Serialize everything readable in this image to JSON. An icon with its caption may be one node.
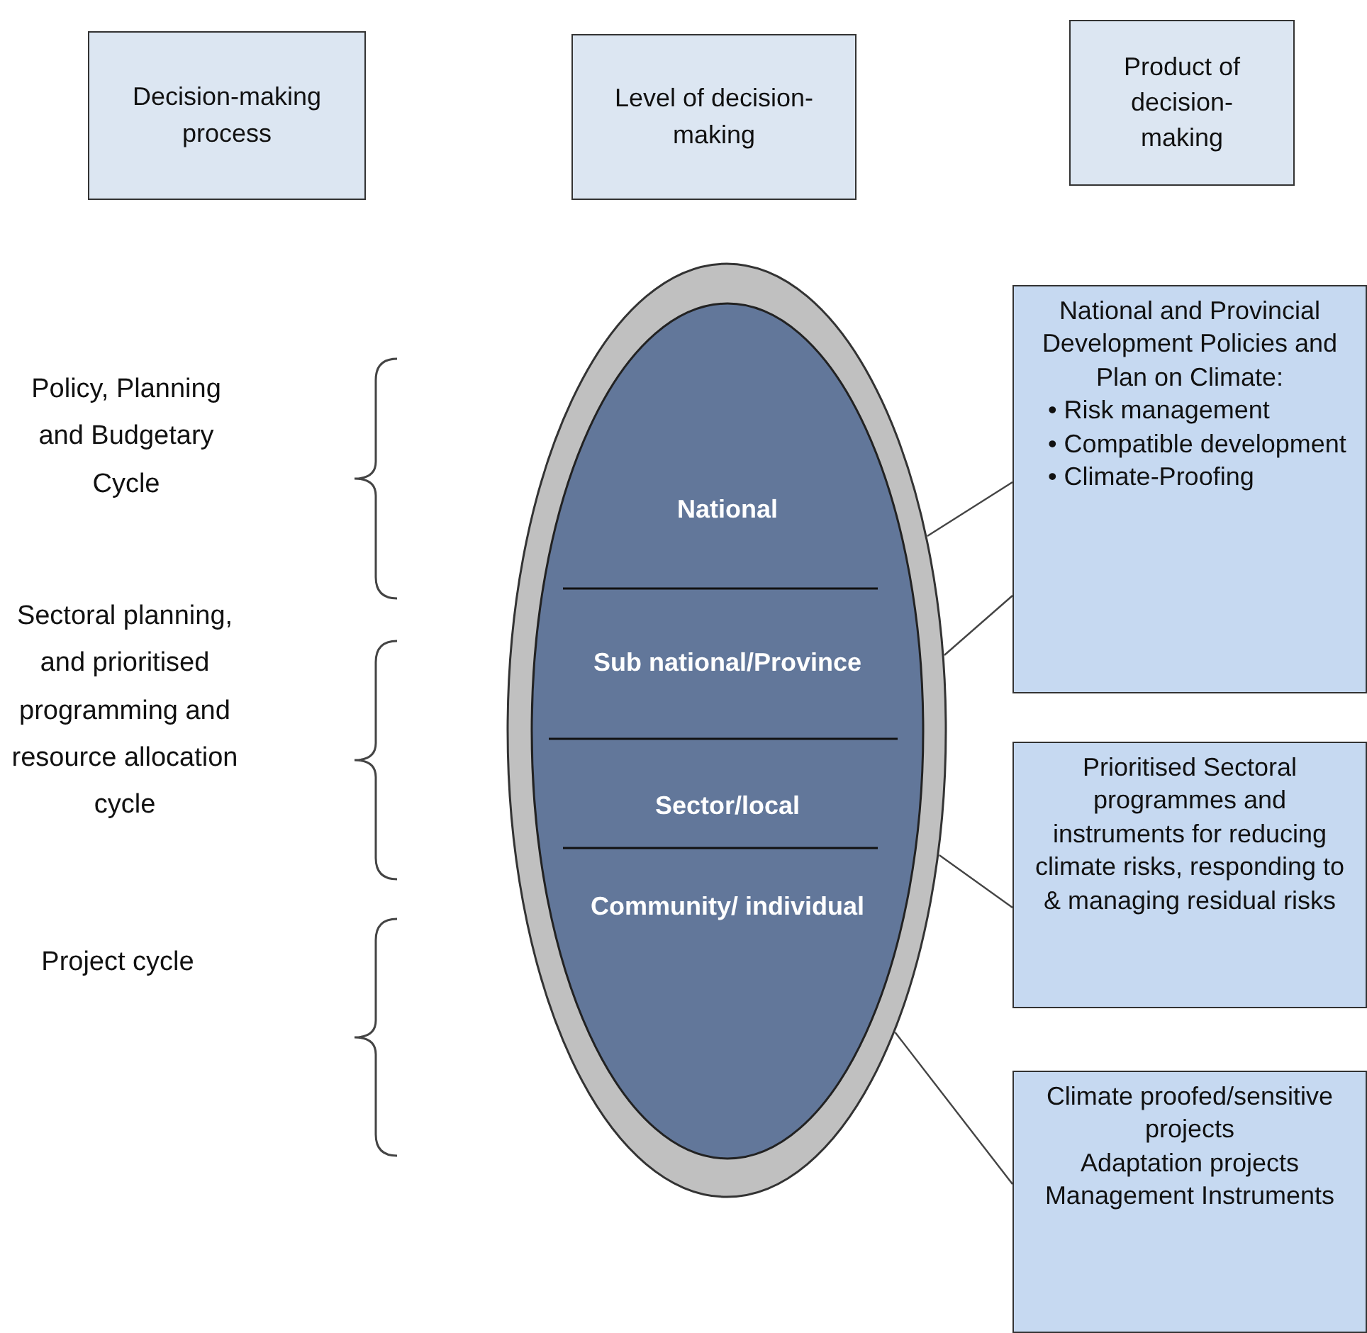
{
  "diagram": {
    "nodes": [
      {
        "text": [
          "Decision-making process"
        ]
      },
      {
        "text": [
          "Level of decision-making"
        ]
      },
      {
        "text": [
          "Product of decision-making"
        ]
      },
      {
        "text": [],
        "shape": "ellipse"
      },
      {
        "text": [],
        "shape": "ellipse",
        "in": 3
      },
      {
        "text": [
          "National"
        ],
        "in": 4
      },
      {
        "text": [
          "Sub national/Province"
        ],
        "in": 4
      },
      {
        "text": [
          "Sector/local"
        ],
        "in": 4
      },
      {
        "text": [
          "Community/ individual"
        ],
        "in": 4
      },
      {
        "text": [
          "National and Provincial Development Policies and Plan on Climate:",
          "• Risk management",
          "• Compatible development",
          "• Climate-Proofing"
        ]
      },
      {
        "text": [
          "Prioritised Sectoral programmes and instruments for reducing climate risks, responding to & managing residual risks"
        ]
      },
      {
        "text": [
          "Climate proofed/sensitive projects",
          "Adaptation projects",
          "Management Instruments"
        ]
      }
    ],
    "edges": [
      {
        "from": 3,
        "to": 9,
        "arrow": "none"
      },
      {
        "from": 3,
        "to": 9,
        "arrow": "none"
      },
      {
        "from": 3,
        "to": 10,
        "arrow": "none"
      },
      {
        "from": 3,
        "to": 11,
        "arrow": "none"
      }
    ],
    "labels": [
      "Policy, Planning and Budgetary Cycle",
      "Sectoral planning, and prioritised programming and resource allocation cycle",
      "Project cycle"
    ]
  }
}
